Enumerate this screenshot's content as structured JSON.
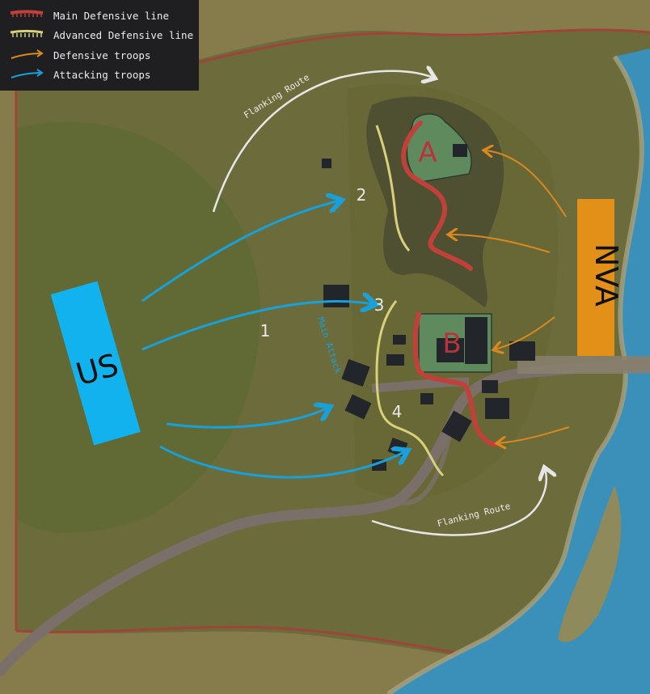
{
  "legend": {
    "items": [
      {
        "label": "Main Defensive line",
        "color": "#c0403a",
        "symbol": "red-tick-line"
      },
      {
        "label": "Advanced Defensive line",
        "color": "#d8d07a",
        "symbol": "yellow-tick-line"
      },
      {
        "label": "Defensive troops",
        "color": "#d9891e",
        "symbol": "orange-arrow"
      },
      {
        "label": "Attacking troops",
        "color": "#1aa0d8",
        "symbol": "blue-arrow"
      }
    ]
  },
  "forces": {
    "us_label": "US",
    "nva_label": "NVA",
    "us_color": "#12b2ee",
    "nva_color": "#e39019"
  },
  "objectives": {
    "a_label": "A",
    "b_label": "B",
    "color": "#b8343a"
  },
  "attack_numbers": [
    "1",
    "2",
    "3",
    "4"
  ],
  "annotations": {
    "flanking_route_top": "Flanking Route",
    "flanking_route_bottom": "Flanking Route",
    "main_attack": "Main Attack"
  },
  "colors": {
    "terrain": "#6b6a3a",
    "grass": "#5e6b34",
    "water": "#3a90b8",
    "road": "#7a7069",
    "border": "#a0443a",
    "compound": "#5e8a5e",
    "buildings": "#22252a"
  }
}
